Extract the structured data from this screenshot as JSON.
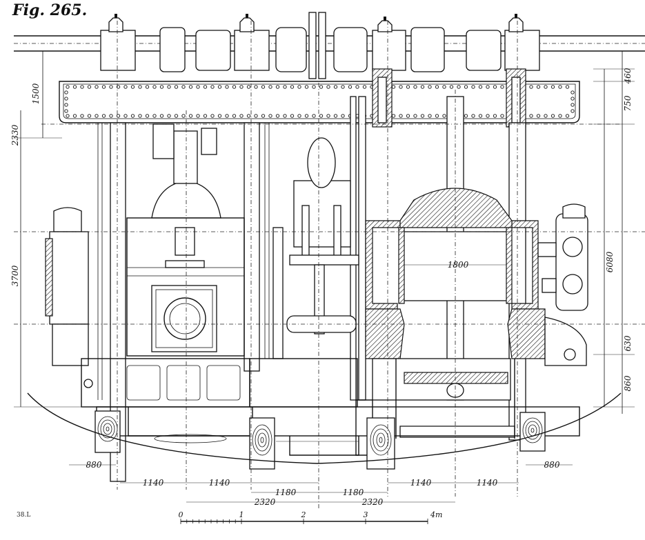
{
  "figure": {
    "title": "Fig. 265.",
    "plate_mark": "38.L"
  },
  "dimensions_right": [
    {
      "label": "460"
    },
    {
      "label": "750"
    },
    {
      "label": "6080"
    },
    {
      "label": "630"
    },
    {
      "label": "860"
    }
  ],
  "dimensions_left": [
    {
      "label": "1500"
    },
    {
      "label": "2330"
    },
    {
      "label": "3700"
    }
  ],
  "dimension_center": {
    "label": "1800"
  },
  "dimensions_bottom_row1": [
    {
      "label": "880"
    },
    {
      "label": "880"
    }
  ],
  "dimensions_bottom_row2": [
    {
      "label": "1140"
    },
    {
      "label": "1140"
    },
    {
      "label": "1140"
    },
    {
      "label": "1140"
    }
  ],
  "dimensions_bottom_row3": [
    {
      "label": "1180"
    },
    {
      "label": "1180"
    }
  ],
  "dimensions_bottom_row4": [
    {
      "label": "2320"
    },
    {
      "label": "2320"
    }
  ],
  "scale_bar": {
    "ticks": [
      "0",
      "1",
      "2",
      "3",
      "4m"
    ]
  },
  "colors": {
    "ink": "#111111",
    "paper": "#ffffff"
  }
}
